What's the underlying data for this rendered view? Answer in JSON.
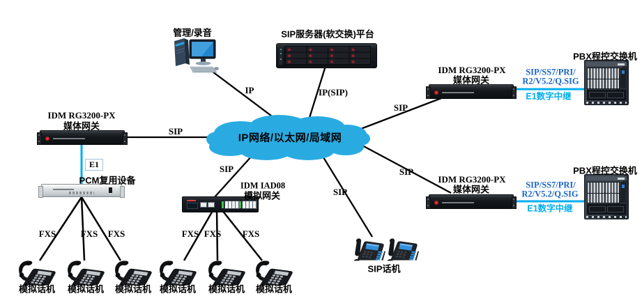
{
  "colors": {
    "bg": "#FFFFFF",
    "cloud": "#29ABE2",
    "line": "#000000",
    "cyan_line": "#00AEEF",
    "trunk_blue": "#1B66C7",
    "trunk_cyan": "#00AEEF"
  },
  "cloud": {
    "label": "IP网络/以太网/局域网"
  },
  "devices": {
    "mgmt": {
      "title": "管理/录音"
    },
    "sip_server": {
      "title": "SIP服务器(软交换)平台"
    },
    "media_gateway": {
      "line1": "IDM RG3200-PX",
      "line2": "媒体网关"
    },
    "pcm": {
      "title": "PCM复用设备"
    },
    "iad": {
      "line1": "IDM IAD08",
      "line2": "模拟网关"
    },
    "pbx": {
      "title": "PBX程控交换机"
    },
    "sip_phone": {
      "label": "SIP话机"
    },
    "analog_phone": {
      "label": "模拟话机"
    }
  },
  "links": {
    "ip": "IP",
    "ip_sip": "IP(SIP)",
    "sip": "SIP",
    "e1": "E1",
    "fxs": "FXS",
    "trunk": {
      "line1": "SIP/SS7/PRI/",
      "line2": "R2/V5.2/Q.SIG",
      "line3": "E1数字中继"
    }
  }
}
